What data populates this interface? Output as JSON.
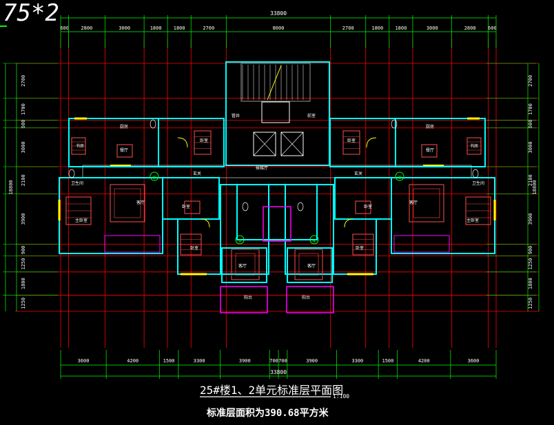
{
  "corner_label": "75*2",
  "dims": {
    "top_total": "33800",
    "top": [
      "600",
      "2800",
      "3000",
      "1800",
      "1800",
      "2700",
      "8000",
      "2700",
      "1800",
      "1800",
      "3000",
      "2800",
      "600"
    ],
    "bottom": [
      "3600",
      "4200",
      "1500",
      "3300",
      "3900",
      "700",
      "700",
      "3900",
      "3300",
      "1500",
      "4200",
      "3600"
    ],
    "bottom_total": "33800",
    "left": [
      "2700",
      "1700",
      "600",
      "3000",
      "2100",
      "3900",
      "900",
      "1250",
      "1800",
      "1250"
    ],
    "left_total": "18800",
    "right": [
      "2700",
      "1700",
      "600",
      "3000",
      "2100",
      "3900",
      "900",
      "1250",
      "1800",
      "1250"
    ],
    "right_total": "18800"
  },
  "rooms": {
    "kitchen": "厨房",
    "dining": "餐厅",
    "living": "客厅",
    "bedroom": "卧室",
    "master": "主卧室",
    "bath": "卫生间",
    "hall": "候梯厅",
    "balcony": "阳台",
    "study": "书房",
    "entry": "玄关",
    "shaft": "管井",
    "front_room": "前室"
  },
  "axis_marks": [
    "①",
    "②",
    "③",
    "④"
  ],
  "title": {
    "main": "25#楼1、2单元标准层平面图",
    "scale": "1:100",
    "area": "标准层面积为390.68平方米"
  },
  "colors": {
    "wall": "#00ffff",
    "axis": "#ff0000",
    "dim": "#00ff00",
    "furniture": "#ff5050",
    "door": "#ffff00",
    "balcony": "#ff00ff",
    "text": "#ffffff"
  }
}
